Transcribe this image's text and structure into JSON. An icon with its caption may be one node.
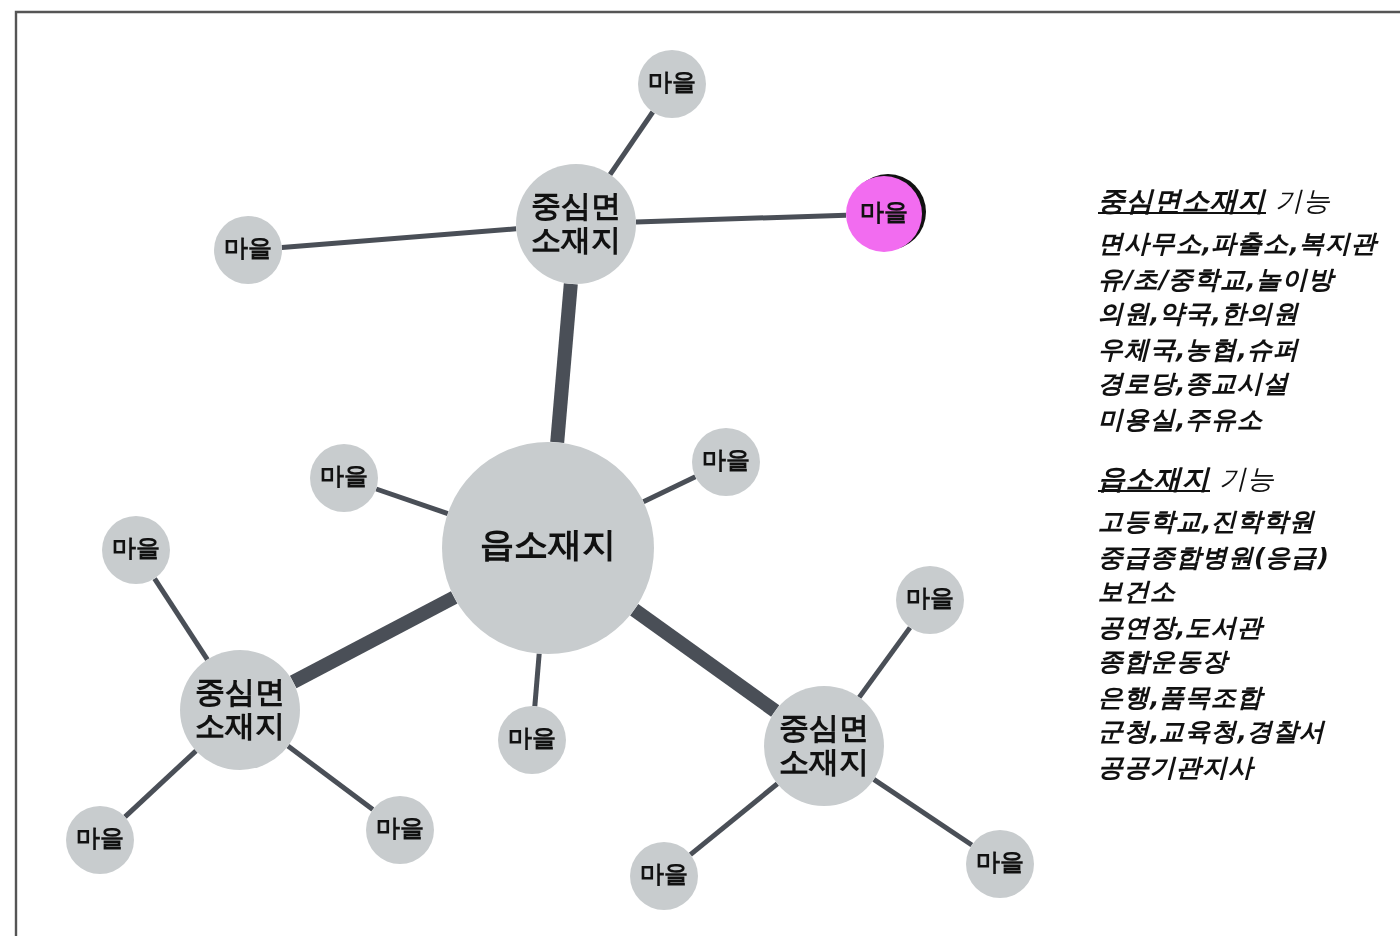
{
  "diagram": {
    "nodes": [
      {
        "text": [
          "마을"
        ]
      },
      {
        "text": [
          "중심면 소재지"
        ]
      },
      {
        "text": [
          "마을"
        ]
      },
      {
        "text": [
          "마을"
        ]
      },
      {
        "text": [
          "마을"
        ]
      },
      {
        "text": [
          "마을"
        ]
      },
      {
        "text": [
          "읍소재지"
        ]
      },
      {
        "text": [
          "마을"
        ]
      },
      {
        "text": [
          "마을"
        ]
      },
      {
        "text": [
          "중심면 소재지"
        ]
      },
      {
        "text": [
          "마을"
        ]
      },
      {
        "text": [
          "중심면 소재지"
        ]
      },
      {
        "text": [
          "마을"
        ]
      },
      {
        "text": [
          "마을"
        ]
      },
      {
        "text": [
          "마을"
        ]
      },
      {
        "text": [
          "마을"
        ]
      }
    ],
    "edges": [
      {
        "from": 1,
        "to": 0,
        "arrow": "none"
      },
      {
        "from": 1,
        "to": 2,
        "arrow": "none"
      },
      {
        "from": 1,
        "to": 3,
        "arrow": "none"
      },
      {
        "from": 6,
        "to": 1,
        "arrow": "none",
        "style": "thick"
      },
      {
        "from": 6,
        "to": 4,
        "arrow": "none"
      },
      {
        "from": 6,
        "to": 5,
        "arrow": "none"
      },
      {
        "from": 6,
        "to": 9,
        "arrow": "none",
        "style": "thick"
      },
      {
        "from": 6,
        "to": 11,
        "arrow": "none",
        "style": "thick"
      },
      {
        "from": 6,
        "to": 10,
        "arrow": "none"
      },
      {
        "from": 9,
        "to": 7,
        "arrow": "none"
      },
      {
        "from": 9,
        "to": 13,
        "arrow": "none"
      },
      {
        "from": 9,
        "to": 12,
        "arrow": "none"
      },
      {
        "from": 11,
        "to": 8,
        "arrow": "none"
      },
      {
        "from": 11,
        "to": 15,
        "arrow": "none"
      },
      {
        "from": 11,
        "to": 14,
        "arrow": "none"
      }
    ],
    "labels": [
      "**중심면소재지** 기능",
      "면사무소,파출소,복지관",
      "유/초/중학교,놀이방",
      "의원,약국,한의원",
      "우체국,농협,슈퍼",
      "경로당,종교시설",
      "미용실,주유소",
      "**읍소재지** 기능",
      "고등학교,진학학원",
      "중급종합병원(응급)",
      "보건소",
      "공연장,도서관",
      "종합운동장",
      "은행,품목조합",
      "군청,교육청,경찰서",
      "공공기관지사"
    ]
  }
}
